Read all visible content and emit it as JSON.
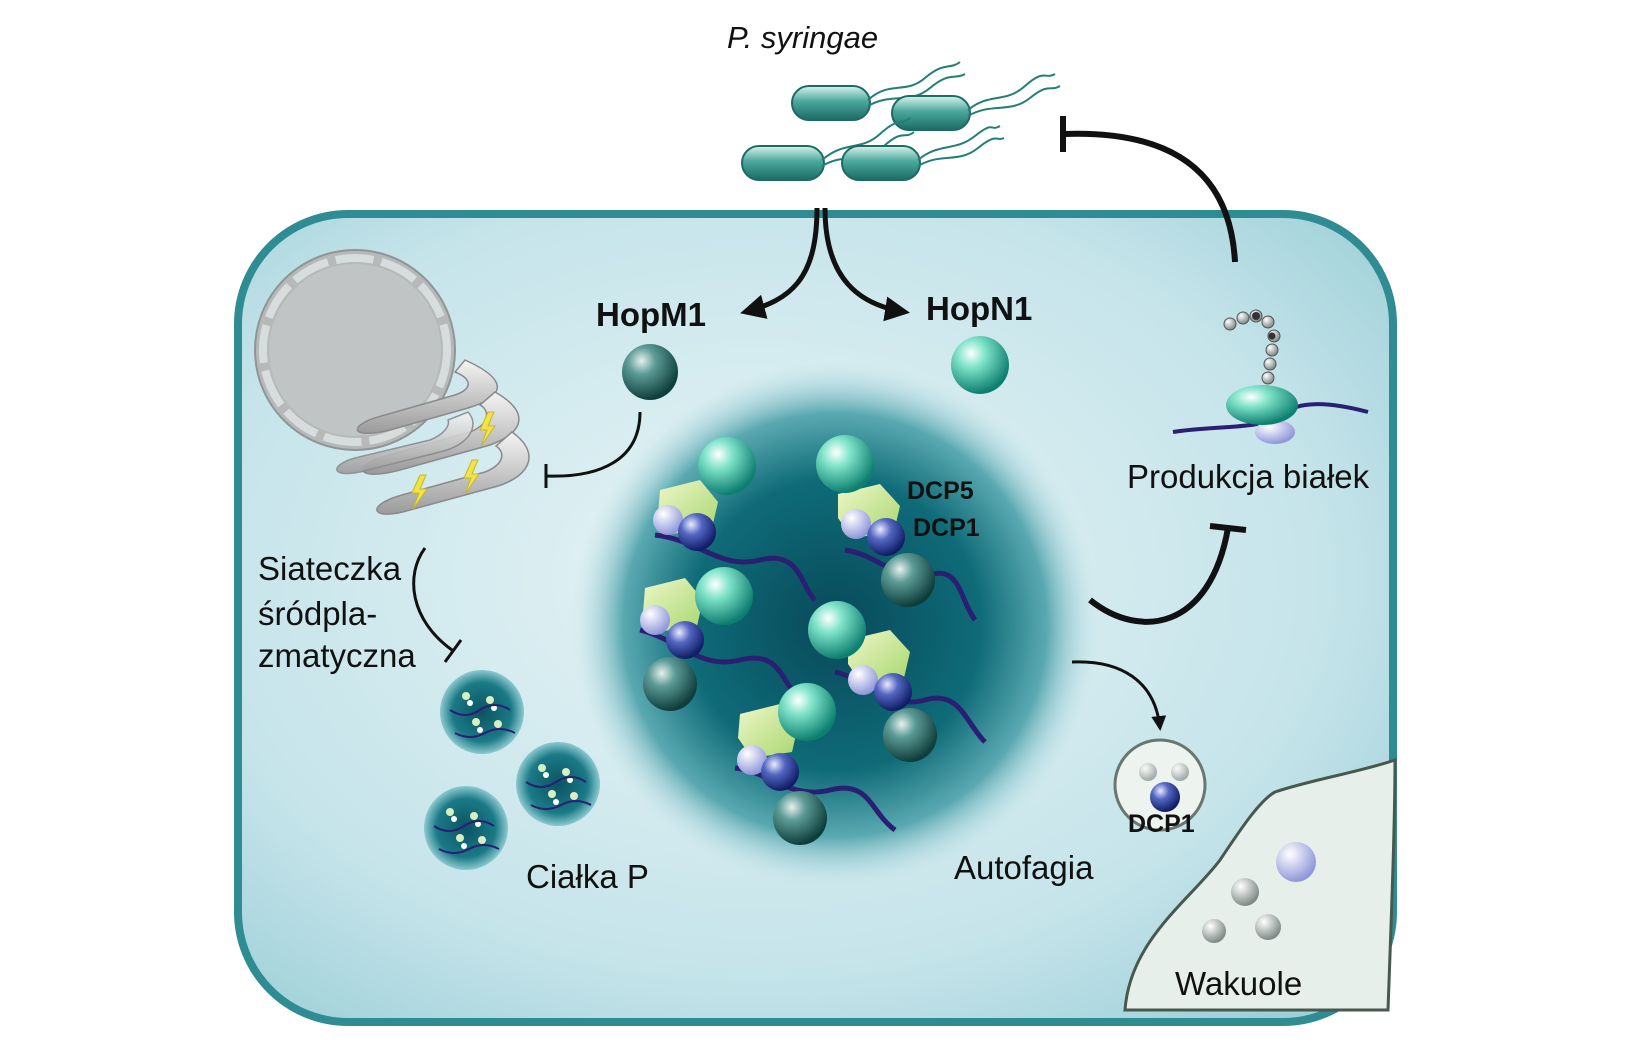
{
  "labels": {
    "pathogen": "P. syringae",
    "hopm1": "HopM1",
    "hopn1": "HopN1",
    "protein_production": "Produkcja białek",
    "dcp5": "DCP5",
    "dcp1": "DCP1",
    "er_line1": "Siateczka",
    "er_line2": "śródpla-",
    "er_line3": "zmatyczna",
    "p_bodies": "Ciałka P",
    "autophagy": "Autofagia",
    "dcp1_vesicle": "DCP1",
    "vacuole": "Wakuole"
  },
  "colors": {
    "cell_fill": "#c7e6ec",
    "cell_border": "#2f8c92",
    "granule_core": "#0e5a66",
    "mrna": "#2a1f72",
    "teal_sphere": "#1f8f86",
    "dark_sphere": "#1b5e5b",
    "blue_sphere": "#2c3f8f",
    "green_block": "#c9e58f",
    "vacuole_fill": "#e6efe9"
  },
  "icons": [
    "bacterium-icon",
    "nucleus-icon",
    "lightning-icon",
    "ribosome-icon"
  ]
}
